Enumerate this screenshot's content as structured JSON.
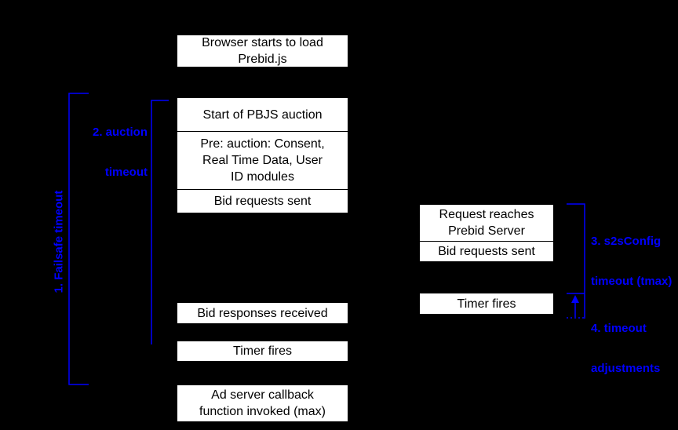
{
  "colors": {
    "background": "#000000",
    "box_fill": "#ffffff",
    "box_border": "#000000",
    "box_text": "#000000",
    "annotation_blue": "#0000ff"
  },
  "left_column": {
    "browser_load": "Browser starts to load\nPrebid.js",
    "auction_stack": {
      "start": "Start of PBJS auction",
      "pre_auction": "Pre: auction: Consent,\nReal Time Data, User\nID modules",
      "bid_requests": "Bid requests sent"
    },
    "bid_responses": "Bid responses received",
    "timer_fires": "Timer fires",
    "ad_server_callback": "Ad server callback\nfunction invoked (max)"
  },
  "right_column": {
    "server_stack": {
      "request_reaches": "Request reaches\nPrebid Server",
      "bid_requests": "Bid requests sent"
    },
    "timer_fires": "Timer fires"
  },
  "annotations": {
    "failsafe": {
      "label": "1. Failsafe timeout"
    },
    "auction": {
      "line1": "2. auction",
      "line2": "timeout"
    },
    "s2s": {
      "line1": "3. s2sConfig",
      "line2": "timeout (tmax)"
    },
    "adjustment": {
      "line1": "4. timeout",
      "line2": "adjustments"
    }
  }
}
